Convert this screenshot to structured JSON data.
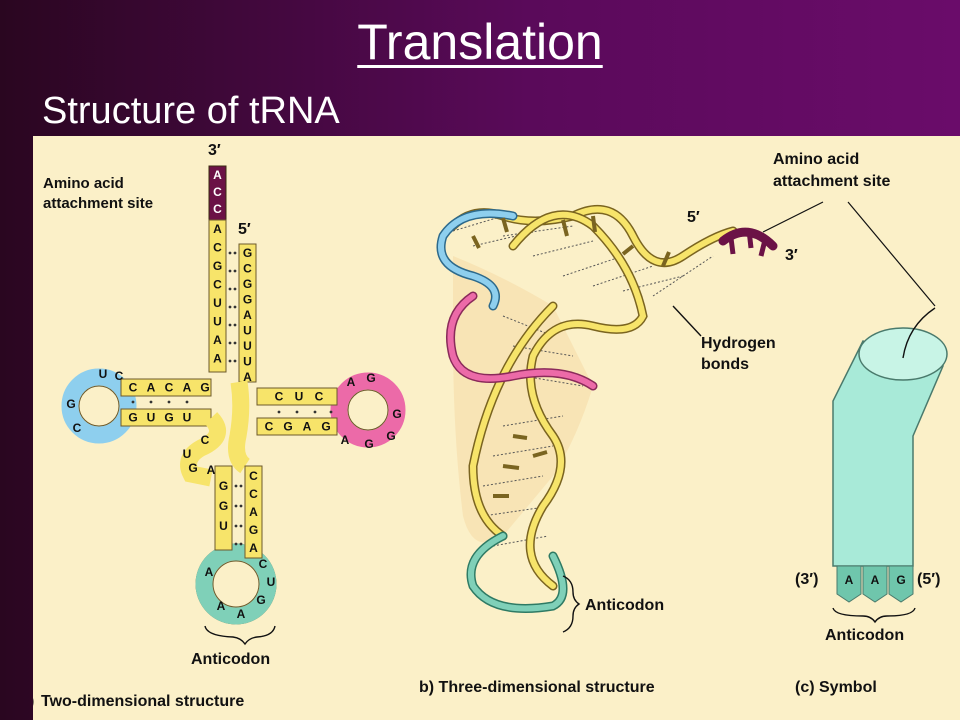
{
  "header": {
    "title": "Translation",
    "subtitle": "Structure of tRNA"
  },
  "panel_a": {
    "caption": "Two-dimensional structure",
    "caption_prefix": ")",
    "amino_label_1": "Amino acid",
    "amino_label_2": "attachment site",
    "three_prime": "3′",
    "five_prime": "5′",
    "anticodon_label": "Anticodon",
    "acc": [
      "A",
      "C",
      "C"
    ],
    "acceptor_left": [
      "A",
      "C",
      "G",
      "C",
      "U",
      "U",
      "A",
      "A"
    ],
    "acceptor_right": [
      "G",
      "C",
      "G",
      "G",
      "A",
      "U",
      "U",
      "U",
      "A"
    ],
    "d_arm_top": [
      "C",
      "A",
      "C",
      "A",
      "G"
    ],
    "d_arm_bottom": [
      "G",
      "U",
      "G",
      "U"
    ],
    "d_loop": [
      "U",
      "C",
      "G",
      "C"
    ],
    "t_arm_top": [
      "C",
      "U",
      "C"
    ],
    "t_arm_bottom": [
      "C",
      "G",
      "A",
      "G"
    ],
    "t_loop": [
      "A",
      "G",
      "A",
      "G",
      "G",
      "G"
    ],
    "variable": [
      "C",
      "U",
      "G",
      "A"
    ],
    "anticodon_stem_left": [
      "G",
      "G",
      "U"
    ],
    "anticodon_stem_right": [
      "C",
      "C",
      "A",
      "G",
      "A"
    ],
    "anticodon_loop": [
      "A",
      "A",
      "A",
      "G",
      "U",
      "C"
    ],
    "colors": {
      "acceptor": "#f7e46a",
      "acc": "#6b1246",
      "d_loop": "#8ecfee",
      "t_loop": "#ec6aa8",
      "anticodon": "#7fd0b8"
    }
  },
  "panel_b": {
    "caption": "b) Three-dimensional structure",
    "five_prime": "5′",
    "three_prime": "3′",
    "hydrogen_1": "Hydrogen",
    "hydrogen_2": "bonds",
    "anticodon_label": "Anticodon"
  },
  "panel_c": {
    "caption": "(c) Symbol",
    "amino_label_1": "Amino acid",
    "amino_label_2": "attachment site",
    "three_prime": "(3′)",
    "five_prime": "(5′)",
    "bases": [
      "A",
      "A",
      "G"
    ],
    "anticodon_label": "Anticodon"
  }
}
